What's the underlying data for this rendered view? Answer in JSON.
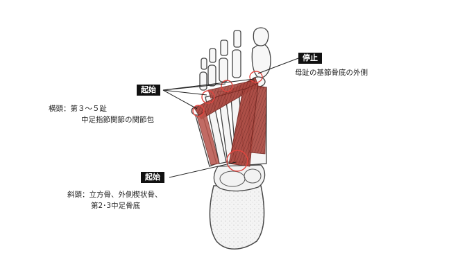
{
  "labels": {
    "insertion": {
      "tag": "停止",
      "text": "母趾の基節骨底の外側"
    },
    "origin_transverse": {
      "tag": "起始",
      "line1": "横頭：第３～５趾",
      "line2": "中足指節関節の関節包"
    },
    "origin_oblique": {
      "tag": "起始",
      "line1": "斜頭：立方骨、外側楔状骨、",
      "line2": "第2･3中足骨底"
    }
  },
  "colors": {
    "muscle": "#9c3a33",
    "muscle_light": "#c8837a",
    "bone_outline": "#444444",
    "marker_circle": "#e2453f",
    "label_bg": "#111111"
  }
}
